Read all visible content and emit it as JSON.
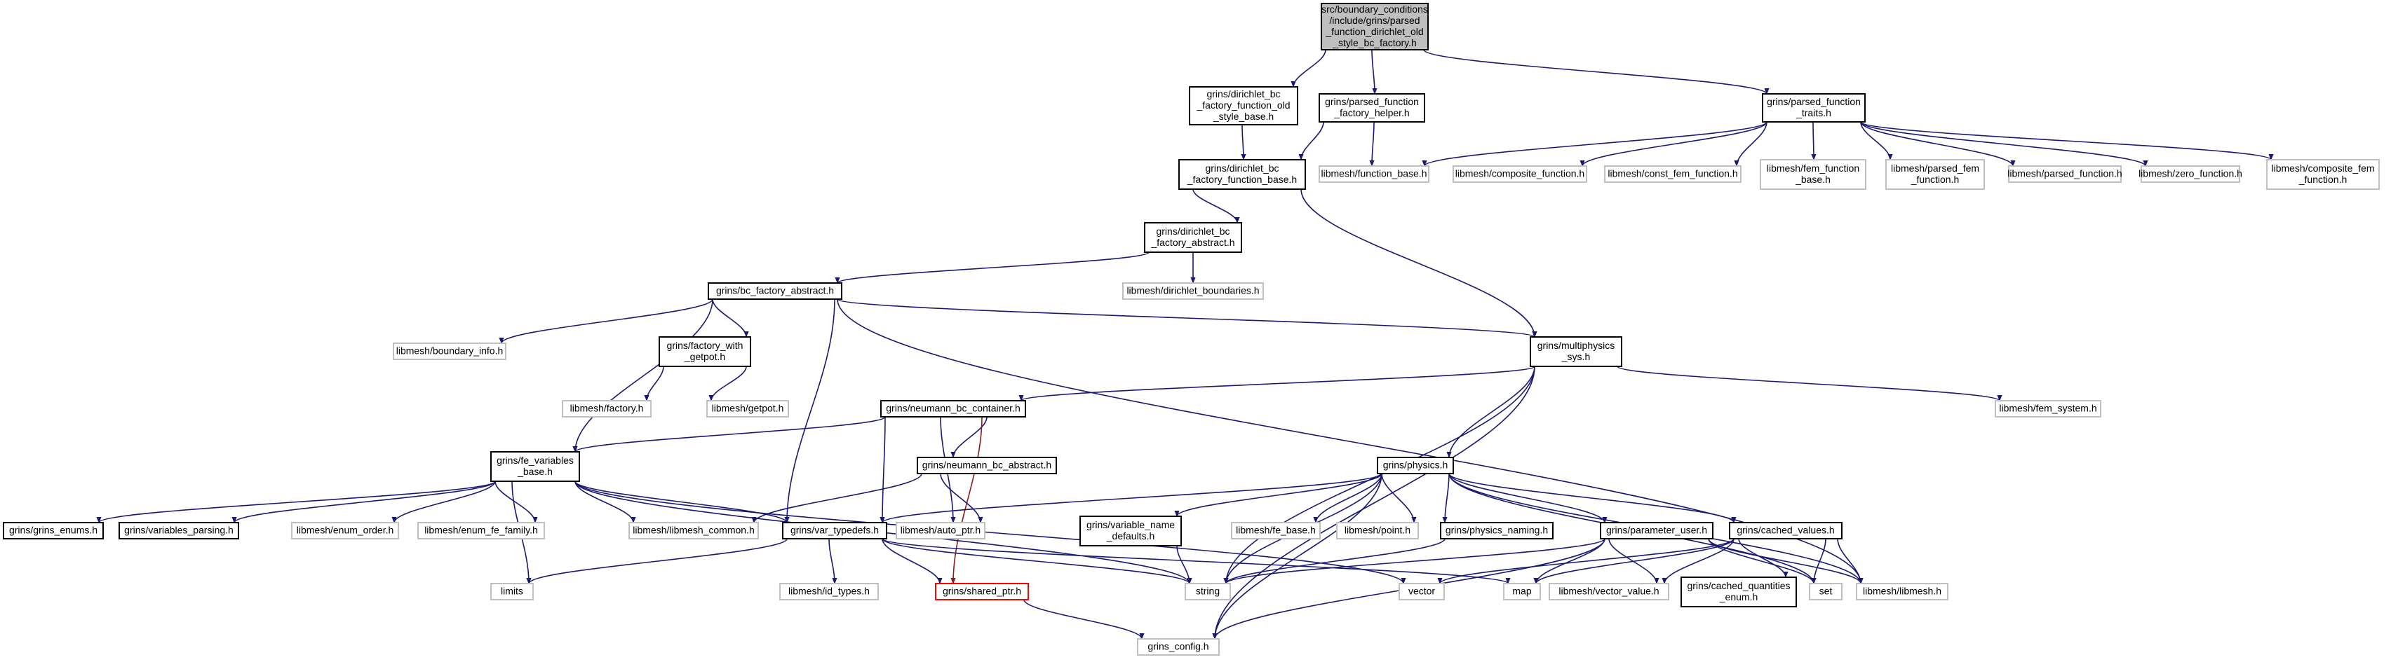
{
  "nodes": [
    {
      "id": "root",
      "style": "root",
      "lines": [
        "src/boundary_conditions",
        "/include/grins/parsed",
        "_function_dirichlet_old",
        "_style_bc_factory.h"
      ]
    },
    {
      "id": "dir_old_base",
      "style": "solid",
      "lines": [
        "grins/dirichlet_bc",
        "_factory_function_old",
        "_style_base.h"
      ]
    },
    {
      "id": "pf_factory_helper",
      "style": "solid",
      "lines": [
        "grins/parsed_function",
        "_factory_helper.h"
      ]
    },
    {
      "id": "pf_traits",
      "style": "solid",
      "lines": [
        "grins/parsed_function",
        "_traits.h"
      ]
    },
    {
      "id": "dir_func_base",
      "style": "solid",
      "lines": [
        "grins/dirichlet_bc",
        "_factory_function_base.h"
      ]
    },
    {
      "id": "lm_function_base",
      "style": "light",
      "lines": [
        "libmesh/function_base.h"
      ]
    },
    {
      "id": "lm_composite_function",
      "style": "light",
      "lines": [
        "libmesh/composite_function.h"
      ]
    },
    {
      "id": "lm_const_fem_function",
      "style": "light",
      "lines": [
        "libmesh/const_fem_function.h"
      ]
    },
    {
      "id": "lm_fem_function_base",
      "style": "light",
      "lines": [
        "libmesh/fem_function",
        "_base.h"
      ]
    },
    {
      "id": "lm_parsed_fem_function",
      "style": "light",
      "lines": [
        "libmesh/parsed_fem",
        "_function.h"
      ]
    },
    {
      "id": "lm_parsed_function",
      "style": "light",
      "lines": [
        "libmesh/parsed_function.h"
      ]
    },
    {
      "id": "lm_zero_function",
      "style": "light",
      "lines": [
        "libmesh/zero_function.h"
      ]
    },
    {
      "id": "lm_composite_fem_function",
      "style": "light",
      "lines": [
        "libmesh/composite_fem",
        "_function.h"
      ]
    },
    {
      "id": "dir_abstract",
      "style": "solid",
      "lines": [
        "grins/dirichlet_bc",
        "_factory_abstract.h"
      ]
    },
    {
      "id": "lm_dirichlet_boundaries",
      "style": "light",
      "lines": [
        "libmesh/dirichlet_boundaries.h"
      ]
    },
    {
      "id": "bc_factory_abstract",
      "style": "solid",
      "lines": [
        "grins/bc_factory_abstract.h"
      ]
    },
    {
      "id": "lm_boundary_info",
      "style": "light",
      "lines": [
        "libmesh/boundary_info.h"
      ]
    },
    {
      "id": "factory_with_getpot",
      "style": "solid",
      "lines": [
        "grins/factory_with",
        "_getpot.h"
      ]
    },
    {
      "id": "multiphysics_sys",
      "style": "solid",
      "lines": [
        "grins/multiphysics",
        "_sys.h"
      ]
    },
    {
      "id": "lm_factory",
      "style": "light",
      "lines": [
        "libmesh/factory.h"
      ]
    },
    {
      "id": "lm_getpot",
      "style": "light",
      "lines": [
        "libmesh/getpot.h"
      ]
    },
    {
      "id": "neumann_bc_container",
      "style": "solid",
      "lines": [
        "grins/neumann_bc_container.h"
      ]
    },
    {
      "id": "lm_fem_system",
      "style": "light",
      "lines": [
        "libmesh/fem_system.h"
      ]
    },
    {
      "id": "fe_variables_base",
      "style": "solid",
      "lines": [
        "grins/fe_variables",
        "_base.h"
      ]
    },
    {
      "id": "neumann_bc_abstract",
      "style": "solid",
      "lines": [
        "grins/neumann_bc_abstract.h"
      ]
    },
    {
      "id": "physics",
      "style": "solid",
      "lines": [
        "grins/physics.h"
      ]
    },
    {
      "id": "grins_enums",
      "style": "solid",
      "lines": [
        "grins/grins_enums.h"
      ]
    },
    {
      "id": "variables_parsing",
      "style": "solid",
      "lines": [
        "grins/variables_parsing.h"
      ]
    },
    {
      "id": "lm_enum_order",
      "style": "light",
      "lines": [
        "libmesh/enum_order.h"
      ]
    },
    {
      "id": "lm_enum_fe_family",
      "style": "light",
      "lines": [
        "libmesh/enum_fe_family.h"
      ]
    },
    {
      "id": "lm_libmesh_common",
      "style": "light",
      "lines": [
        "libmesh/libmesh_common.h"
      ]
    },
    {
      "id": "var_typedefs",
      "style": "solid",
      "lines": [
        "grins/var_typedefs.h"
      ]
    },
    {
      "id": "lm_auto_ptr",
      "style": "light",
      "lines": [
        "libmesh/auto_ptr.h"
      ]
    },
    {
      "id": "variable_name_defaults",
      "style": "solid",
      "lines": [
        "grins/variable_name",
        "_defaults.h"
      ]
    },
    {
      "id": "lm_fe_base",
      "style": "light",
      "lines": [
        "libmesh/fe_base.h"
      ]
    },
    {
      "id": "lm_point",
      "style": "light",
      "lines": [
        "libmesh/point.h"
      ]
    },
    {
      "id": "physics_naming",
      "style": "solid",
      "lines": [
        "grins/physics_naming.h"
      ]
    },
    {
      "id": "parameter_user",
      "style": "solid",
      "lines": [
        "grins/parameter_user.h"
      ]
    },
    {
      "id": "cached_values",
      "style": "solid",
      "lines": [
        "grins/cached_values.h"
      ]
    },
    {
      "id": "limits",
      "style": "light",
      "lines": [
        "limits"
      ]
    },
    {
      "id": "lm_id_types",
      "style": "light",
      "lines": [
        "libmesh/id_types.h"
      ]
    },
    {
      "id": "shared_ptr",
      "style": "red",
      "lines": [
        "grins/shared_ptr.h"
      ]
    },
    {
      "id": "string",
      "style": "light",
      "lines": [
        "string"
      ]
    },
    {
      "id": "vector",
      "style": "light",
      "lines": [
        "vector"
      ]
    },
    {
      "id": "map",
      "style": "light",
      "lines": [
        "map"
      ]
    },
    {
      "id": "lm_vector_value",
      "style": "light",
      "lines": [
        "libmesh/vector_value.h"
      ]
    },
    {
      "id": "cached_quantities_enum",
      "style": "solid",
      "lines": [
        "grins/cached_quantities",
        "_enum.h"
      ]
    },
    {
      "id": "set",
      "style": "light",
      "lines": [
        "set"
      ]
    },
    {
      "id": "lm_libmesh",
      "style": "light",
      "lines": [
        "libmesh/libmesh.h"
      ]
    },
    {
      "id": "grins_config",
      "style": "light",
      "lines": [
        "grins_config.h"
      ]
    }
  ],
  "edges": [
    {
      "from": "root",
      "to": "dir_old_base"
    },
    {
      "from": "root",
      "to": "pf_factory_helper"
    },
    {
      "from": "root",
      "to": "pf_traits"
    },
    {
      "from": "dir_old_base",
      "to": "dir_func_base"
    },
    {
      "from": "pf_factory_helper",
      "to": "dir_func_base"
    },
    {
      "from": "pf_factory_helper",
      "to": "lm_function_base"
    },
    {
      "from": "pf_traits",
      "to": "lm_function_base"
    },
    {
      "from": "pf_traits",
      "to": "lm_composite_function"
    },
    {
      "from": "pf_traits",
      "to": "lm_const_fem_function"
    },
    {
      "from": "pf_traits",
      "to": "lm_fem_function_base"
    },
    {
      "from": "pf_traits",
      "to": "lm_parsed_fem_function"
    },
    {
      "from": "pf_traits",
      "to": "lm_parsed_function"
    },
    {
      "from": "pf_traits",
      "to": "lm_zero_function"
    },
    {
      "from": "pf_traits",
      "to": "lm_composite_fem_function"
    },
    {
      "from": "dir_func_base",
      "to": "dir_abstract"
    },
    {
      "from": "dir_func_base",
      "to": "multiphysics_sys"
    },
    {
      "from": "dir_abstract",
      "to": "lm_dirichlet_boundaries"
    },
    {
      "from": "dir_abstract",
      "to": "bc_factory_abstract"
    },
    {
      "from": "bc_factory_abstract",
      "to": "lm_boundary_info"
    },
    {
      "from": "bc_factory_abstract",
      "to": "factory_with_getpot"
    },
    {
      "from": "bc_factory_abstract",
      "to": "multiphysics_sys"
    },
    {
      "from": "bc_factory_abstract",
      "to": "fe_variables_base"
    },
    {
      "from": "bc_factory_abstract",
      "to": "var_typedefs"
    },
    {
      "from": "bc_factory_abstract",
      "to": "lm_libmesh"
    },
    {
      "from": "factory_with_getpot",
      "to": "lm_factory"
    },
    {
      "from": "factory_with_getpot",
      "to": "lm_getpot"
    },
    {
      "from": "multiphysics_sys",
      "to": "neumann_bc_container"
    },
    {
      "from": "multiphysics_sys",
      "to": "lm_fem_system"
    },
    {
      "from": "multiphysics_sys",
      "to": "physics"
    },
    {
      "from": "multiphysics_sys",
      "to": "string"
    },
    {
      "from": "multiphysics_sys",
      "to": "grins_config"
    },
    {
      "from": "neumann_bc_container",
      "to": "fe_variables_base"
    },
    {
      "from": "neumann_bc_container",
      "to": "neumann_bc_abstract"
    },
    {
      "from": "neumann_bc_container",
      "to": "var_typedefs"
    },
    {
      "from": "neumann_bc_container",
      "to": "lm_auto_ptr"
    },
    {
      "from": "neumann_bc_container",
      "to": "shared_ptr",
      "color": "red"
    },
    {
      "from": "neumann_bc_abstract",
      "to": "lm_libmesh_common"
    },
    {
      "from": "neumann_bc_abstract",
      "to": "lm_auto_ptr"
    },
    {
      "from": "fe_variables_base",
      "to": "grins_enums"
    },
    {
      "from": "fe_variables_base",
      "to": "variables_parsing"
    },
    {
      "from": "fe_variables_base",
      "to": "lm_enum_order"
    },
    {
      "from": "fe_variables_base",
      "to": "lm_enum_fe_family"
    },
    {
      "from": "fe_variables_base",
      "to": "lm_libmesh_common"
    },
    {
      "from": "fe_variables_base",
      "to": "var_typedefs"
    },
    {
      "from": "fe_variables_base",
      "to": "limits"
    },
    {
      "from": "fe_variables_base",
      "to": "string"
    },
    {
      "from": "fe_variables_base",
      "to": "vector"
    },
    {
      "from": "physics",
      "to": "var_typedefs"
    },
    {
      "from": "physics",
      "to": "variable_name_defaults"
    },
    {
      "from": "physics",
      "to": "lm_fe_base"
    },
    {
      "from": "physics",
      "to": "lm_point"
    },
    {
      "from": "physics",
      "to": "physics_naming"
    },
    {
      "from": "physics",
      "to": "parameter_user"
    },
    {
      "from": "physics",
      "to": "cached_values"
    },
    {
      "from": "physics",
      "to": "string"
    },
    {
      "from": "physics",
      "to": "set"
    },
    {
      "from": "physics",
      "to": "lm_libmesh"
    },
    {
      "from": "physics",
      "to": "grins_config"
    },
    {
      "from": "var_typedefs",
      "to": "limits"
    },
    {
      "from": "var_typedefs",
      "to": "lm_id_types"
    },
    {
      "from": "var_typedefs",
      "to": "shared_ptr"
    },
    {
      "from": "var_typedefs",
      "to": "string"
    },
    {
      "from": "var_typedefs",
      "to": "map"
    },
    {
      "from": "variable_name_defaults",
      "to": "string"
    },
    {
      "from": "physics_naming",
      "to": "string"
    },
    {
      "from": "parameter_user",
      "to": "string"
    },
    {
      "from": "parameter_user",
      "to": "map"
    },
    {
      "from": "parameter_user",
      "to": "lm_vector_value"
    },
    {
      "from": "parameter_user",
      "to": "set"
    },
    {
      "from": "parameter_user",
      "to": "lm_libmesh"
    },
    {
      "from": "parameter_user",
      "to": "grins_config"
    },
    {
      "from": "cached_values",
      "to": "vector"
    },
    {
      "from": "cached_values",
      "to": "map"
    },
    {
      "from": "cached_values",
      "to": "lm_vector_value"
    },
    {
      "from": "cached_values",
      "to": "cached_quantities_enum"
    },
    {
      "from": "cached_values",
      "to": "set"
    },
    {
      "from": "cached_values",
      "to": "lm_libmesh"
    },
    {
      "from": "shared_ptr",
      "to": "grins_config"
    }
  ]
}
